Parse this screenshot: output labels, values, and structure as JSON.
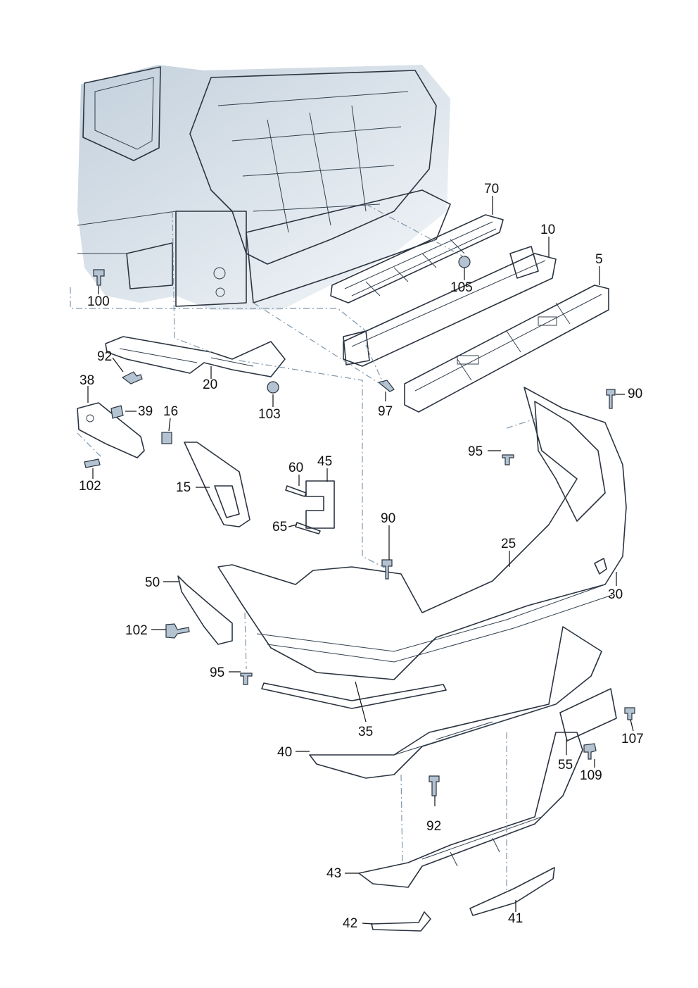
{
  "diagram": {
    "colors": {
      "part_fill": "#c9d6e2",
      "part_shadow": "#9fb2c4",
      "body_fill": "#dfe6ee",
      "outline": "#2b3440",
      "leader": "#7f96aa"
    },
    "labels": {
      "p5": "5",
      "p10": "10",
      "p15": "15",
      "p16": "16",
      "p20": "20",
      "p25": "25",
      "p30": "30",
      "p35": "35",
      "p38": "38",
      "p39": "39",
      "p40": "40",
      "p41": "41",
      "p42": "42",
      "p43": "43",
      "p45": "45",
      "p50": "50",
      "p55": "55",
      "p60": "60",
      "p65": "65",
      "p70": "70",
      "p90a": "90",
      "p90b": "90",
      "p92a": "92",
      "p92b": "92",
      "p95a": "95",
      "p95b": "95",
      "p97": "97",
      "p100": "100",
      "p102a": "102",
      "p102b": "102",
      "p103": "103",
      "p105": "105",
      "p107": "107",
      "p109": "109"
    }
  }
}
